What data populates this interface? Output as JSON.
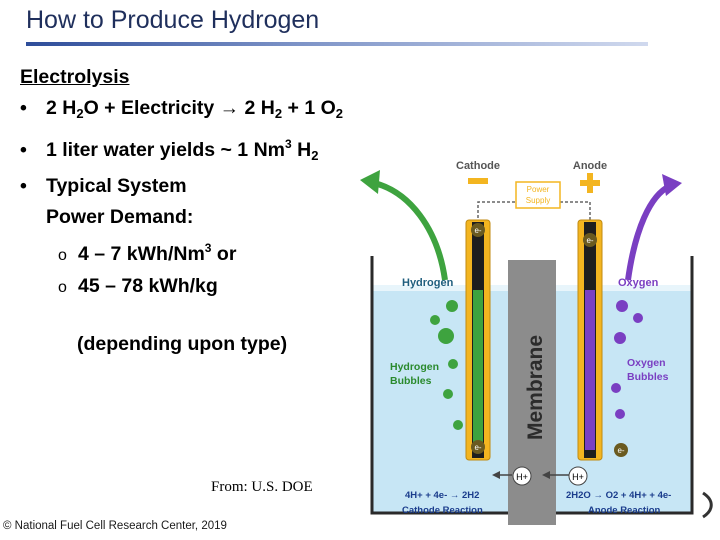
{
  "slide": {
    "title": "How to Produce Hydrogen",
    "heading": "Electrolysis",
    "bullet_symbol": "•",
    "sub_bullet_symbol": "o",
    "b1": {
      "a": "2 H",
      "s1": "2",
      "b": "O + Electricity ",
      "arrow": "→",
      "c": " 2 H",
      "s2": "2",
      "d": " + 1 O",
      "s3": "2"
    },
    "b2": {
      "a": "1 liter water yields ~ 1 Nm",
      "sup": "3",
      "b": " H",
      "sub": "2"
    },
    "b3": {
      "line1": "Typical System",
      "line2": "Power Demand:"
    },
    "sb1": {
      "a": "4 – 7 kWh/Nm",
      "sup": "3",
      "b": " or"
    },
    "sb2": "45 – 78 kWh/kg",
    "note": "(depending upon type)",
    "source": "From: U.S. DOE",
    "copyright": "© National Fuel Cell Research Center, 2019"
  },
  "diagram": {
    "cathode": "Cathode",
    "anode": "Anode",
    "power_supply_1": "Power",
    "power_supply_2": "Supply",
    "hydrogen": "Hydrogen",
    "oxygen": "Oxygen",
    "hydrogen_bubbles_1": "Hydrogen",
    "hydrogen_bubbles_2": "Bubbles",
    "oxygen_bubbles_1": "Oxygen",
    "oxygen_bubbles_2": "Bubbles",
    "membrane": "Membrane",
    "electron": "e-",
    "proton": "H+",
    "cathode_eq": "4H+ + 4e- → 2H2",
    "anode_eq": "2H2O → O2 + 4H+ + 4e-",
    "cathode_reaction": "Cathode Reaction",
    "anode_reaction": "Anode Reaction",
    "colors": {
      "hydrogen": "#3ea33f",
      "oxygen": "#7a3fc2",
      "electrode": "#f3b520",
      "water": "#c7e6f5",
      "membrane": "#8c8c8c"
    }
  }
}
